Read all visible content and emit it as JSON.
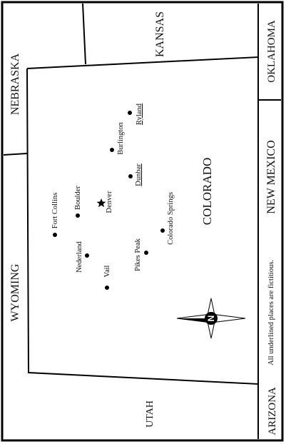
{
  "states": {
    "nebraska": "NEBRASKA",
    "kansas": "KANSAS",
    "oklahoma": "OKLAHOMA",
    "wyoming": "WYOMING",
    "colorado": "COLORADO",
    "new_mexico": "NEW MEXICO",
    "utah": "UTAH",
    "arizona": "ARIZONA"
  },
  "cities": {
    "fort_collins": "Fort Collins",
    "boulder": "Boulder",
    "denver": "Denver",
    "nederland": "Nederland",
    "vail": "Vail",
    "pikes_peak": "Pikes Peak",
    "colorado_springs": "Colorado Springs",
    "dunbar": "Dunbar",
    "burlington": "Burlington",
    "ryland": "Ryland"
  },
  "note": "All underlined places are fictitious.",
  "compass": {
    "label": "N"
  }
}
